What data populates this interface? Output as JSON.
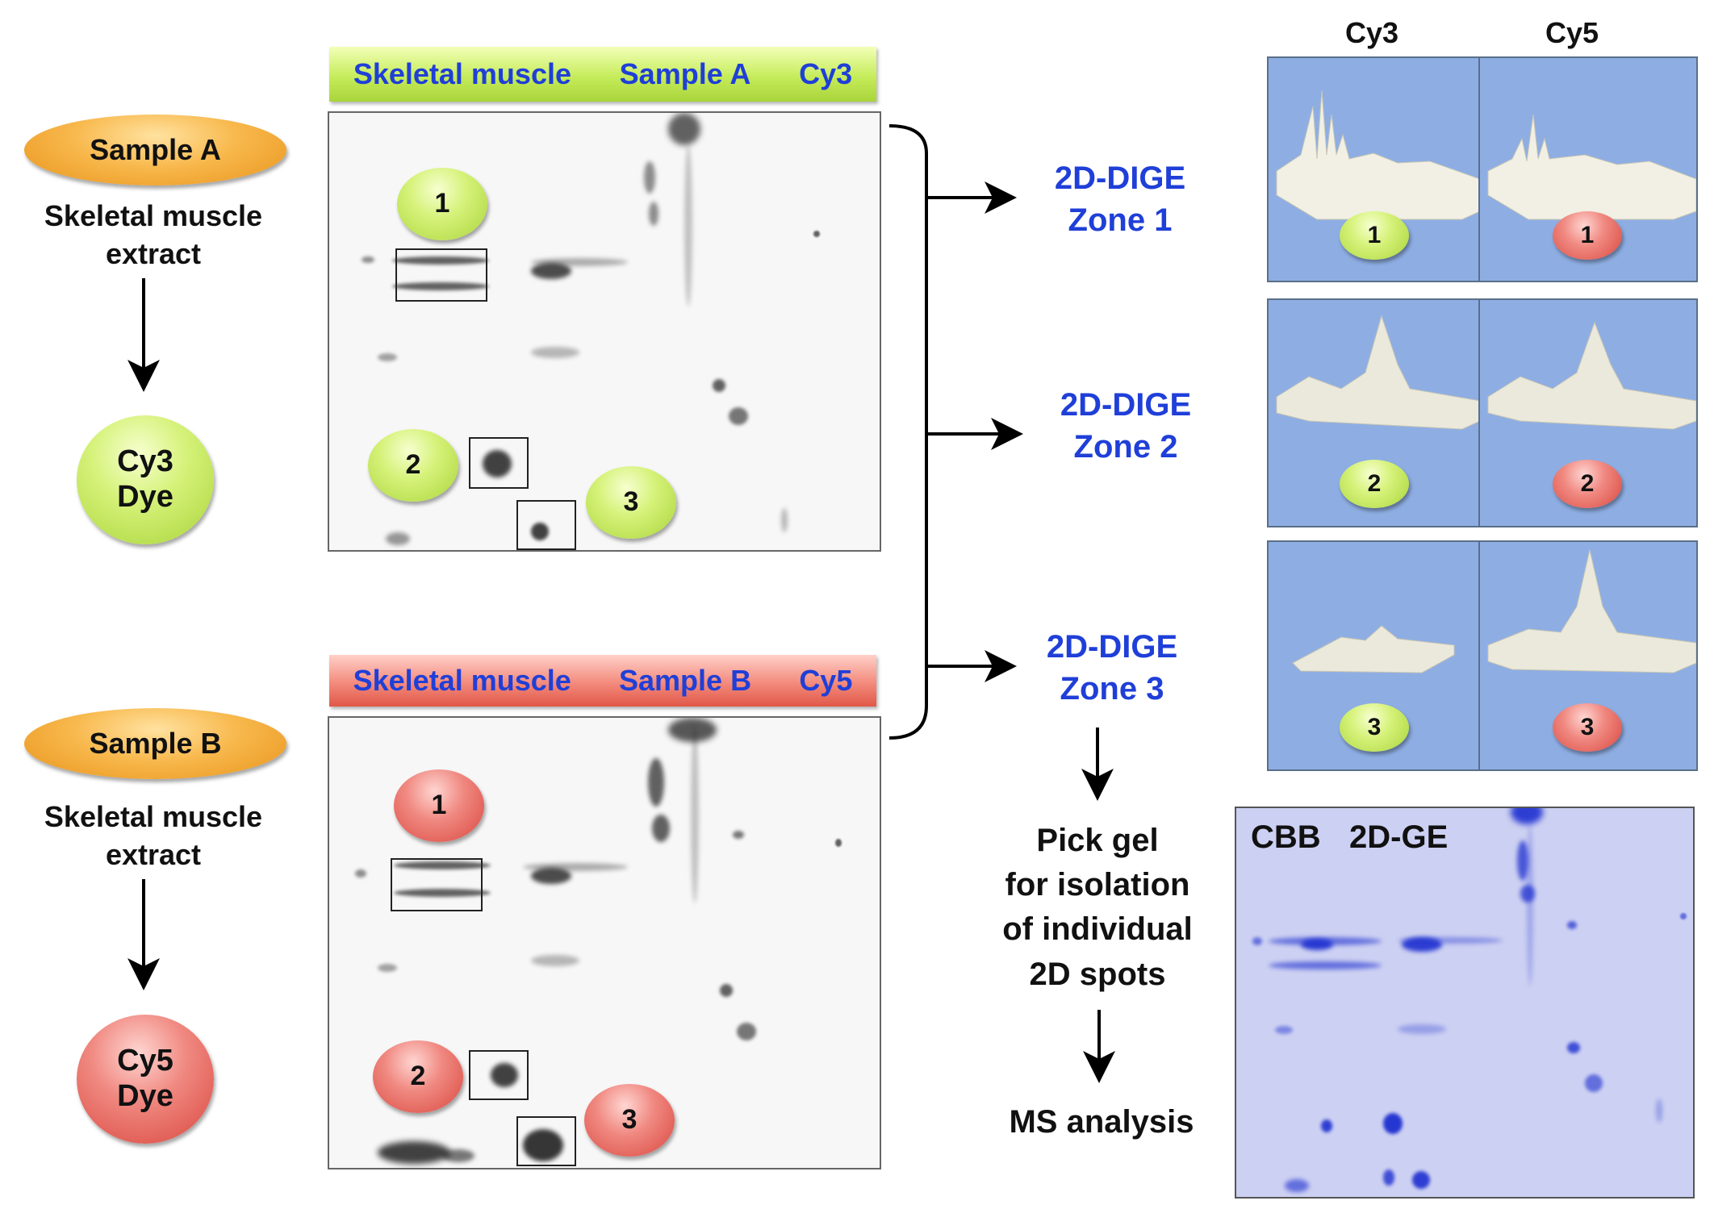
{
  "left": {
    "sample_a": {
      "label": "Sample A",
      "desc_line1": "Skeletal muscle",
      "desc_line2": "extract",
      "dye_line1": "Cy3",
      "dye_line2": "Dye"
    },
    "sample_b": {
      "label": "Sample B",
      "desc_line1": "Skeletal muscle",
      "desc_line2": "extract",
      "dye_line1": "Cy5",
      "dye_line2": "Dye"
    }
  },
  "gel_a": {
    "banner": {
      "tissue": "Skeletal muscle",
      "sample": "Sample A",
      "dye": "Cy3"
    },
    "markers": [
      "1",
      "2",
      "3"
    ]
  },
  "gel_b": {
    "banner": {
      "tissue": "Skeletal muscle",
      "sample": "Sample B",
      "dye": "Cy5"
    },
    "markers": [
      "1",
      "2",
      "3"
    ]
  },
  "zones": [
    {
      "line1": "2D-DIGE",
      "line2": "Zone 1"
    },
    {
      "line1": "2D-DIGE",
      "line2": "Zone 2"
    },
    {
      "line1": "2D-DIGE",
      "line2": "Zone 3"
    }
  ],
  "peaks": {
    "col_headers": [
      "Cy3",
      "Cy5"
    ],
    "rows": [
      {
        "cy3": "1",
        "cy5": "1"
      },
      {
        "cy3": "2",
        "cy5": "2"
      },
      {
        "cy3": "3",
        "cy5": "3"
      }
    ]
  },
  "pick": {
    "line1": "Pick gel",
    "line2": "for isolation",
    "line3": "of individual",
    "line4": "2D spots"
  },
  "ms": {
    "label": "MS analysis"
  },
  "cbb": {
    "label1": "CBB",
    "label2": "2D-GE"
  },
  "colors": {
    "label_blue": "#1f3fd8",
    "cy3_green": "#b8df4a",
    "cy5_red": "#e45a50",
    "sample_orange": "#f2a83a",
    "panel_blue": "#8eaee3",
    "cbb_spot": "#1d2fd0"
  }
}
